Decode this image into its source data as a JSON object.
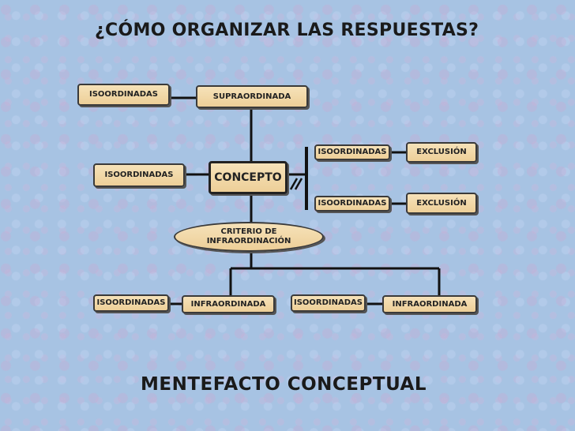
{
  "title": "¿CÓMO ORGANIZAR LAS RESPUESTAS?",
  "footer": "MENTEFACTO CONCEPTUAL",
  "nodes": {
    "iso_top": "ISOORDINADAS",
    "supraordinada": "SUPRAORDINADA",
    "iso_left": "ISOORDINADAS",
    "concepto": "CONCEPTO",
    "iso_excl_1": "ISOORDINADAS",
    "exclusion_1": "EXCLUSIÓN",
    "iso_excl_2": "ISOORDINADAS",
    "exclusion_2": "EXCLUSIÓN",
    "criterio": "CRITERIO DE INFRAORDINACIÓN",
    "iso_bottom_1": "ISOORDINADAS",
    "infra_1": "INFRAORDINADA",
    "iso_bottom_2": "ISOORDINADAS",
    "infra_2": "INFRAORDINADA"
  },
  "colors": {
    "box_fill": "#f0d8a8",
    "line": "#111111",
    "background": "#a7c3e3"
  }
}
